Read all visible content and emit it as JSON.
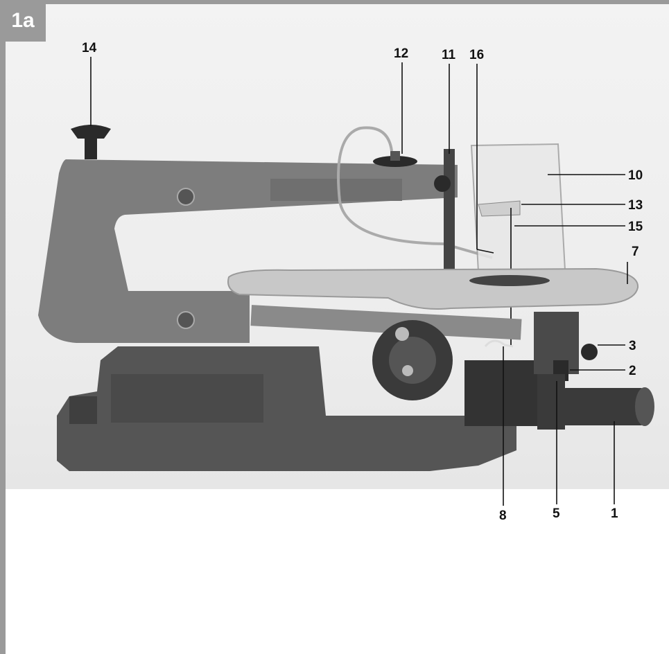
{
  "figure": {
    "tag": "1a"
  },
  "callouts": {
    "c1": "1",
    "c2": "2",
    "c3": "3",
    "c5": "5",
    "c7": "7",
    "c8": "8",
    "c10": "10",
    "c11": "11",
    "c12": "12",
    "c13": "13",
    "c14": "14",
    "c15": "15",
    "c16": "16"
  },
  "colors": {
    "frame": "#9a9a9a",
    "arm": "#7d7d7d",
    "base": "#555555",
    "table": "#c8c8c8",
    "metal": "#8a8a8a",
    "dark": "#2a2a2a"
  }
}
